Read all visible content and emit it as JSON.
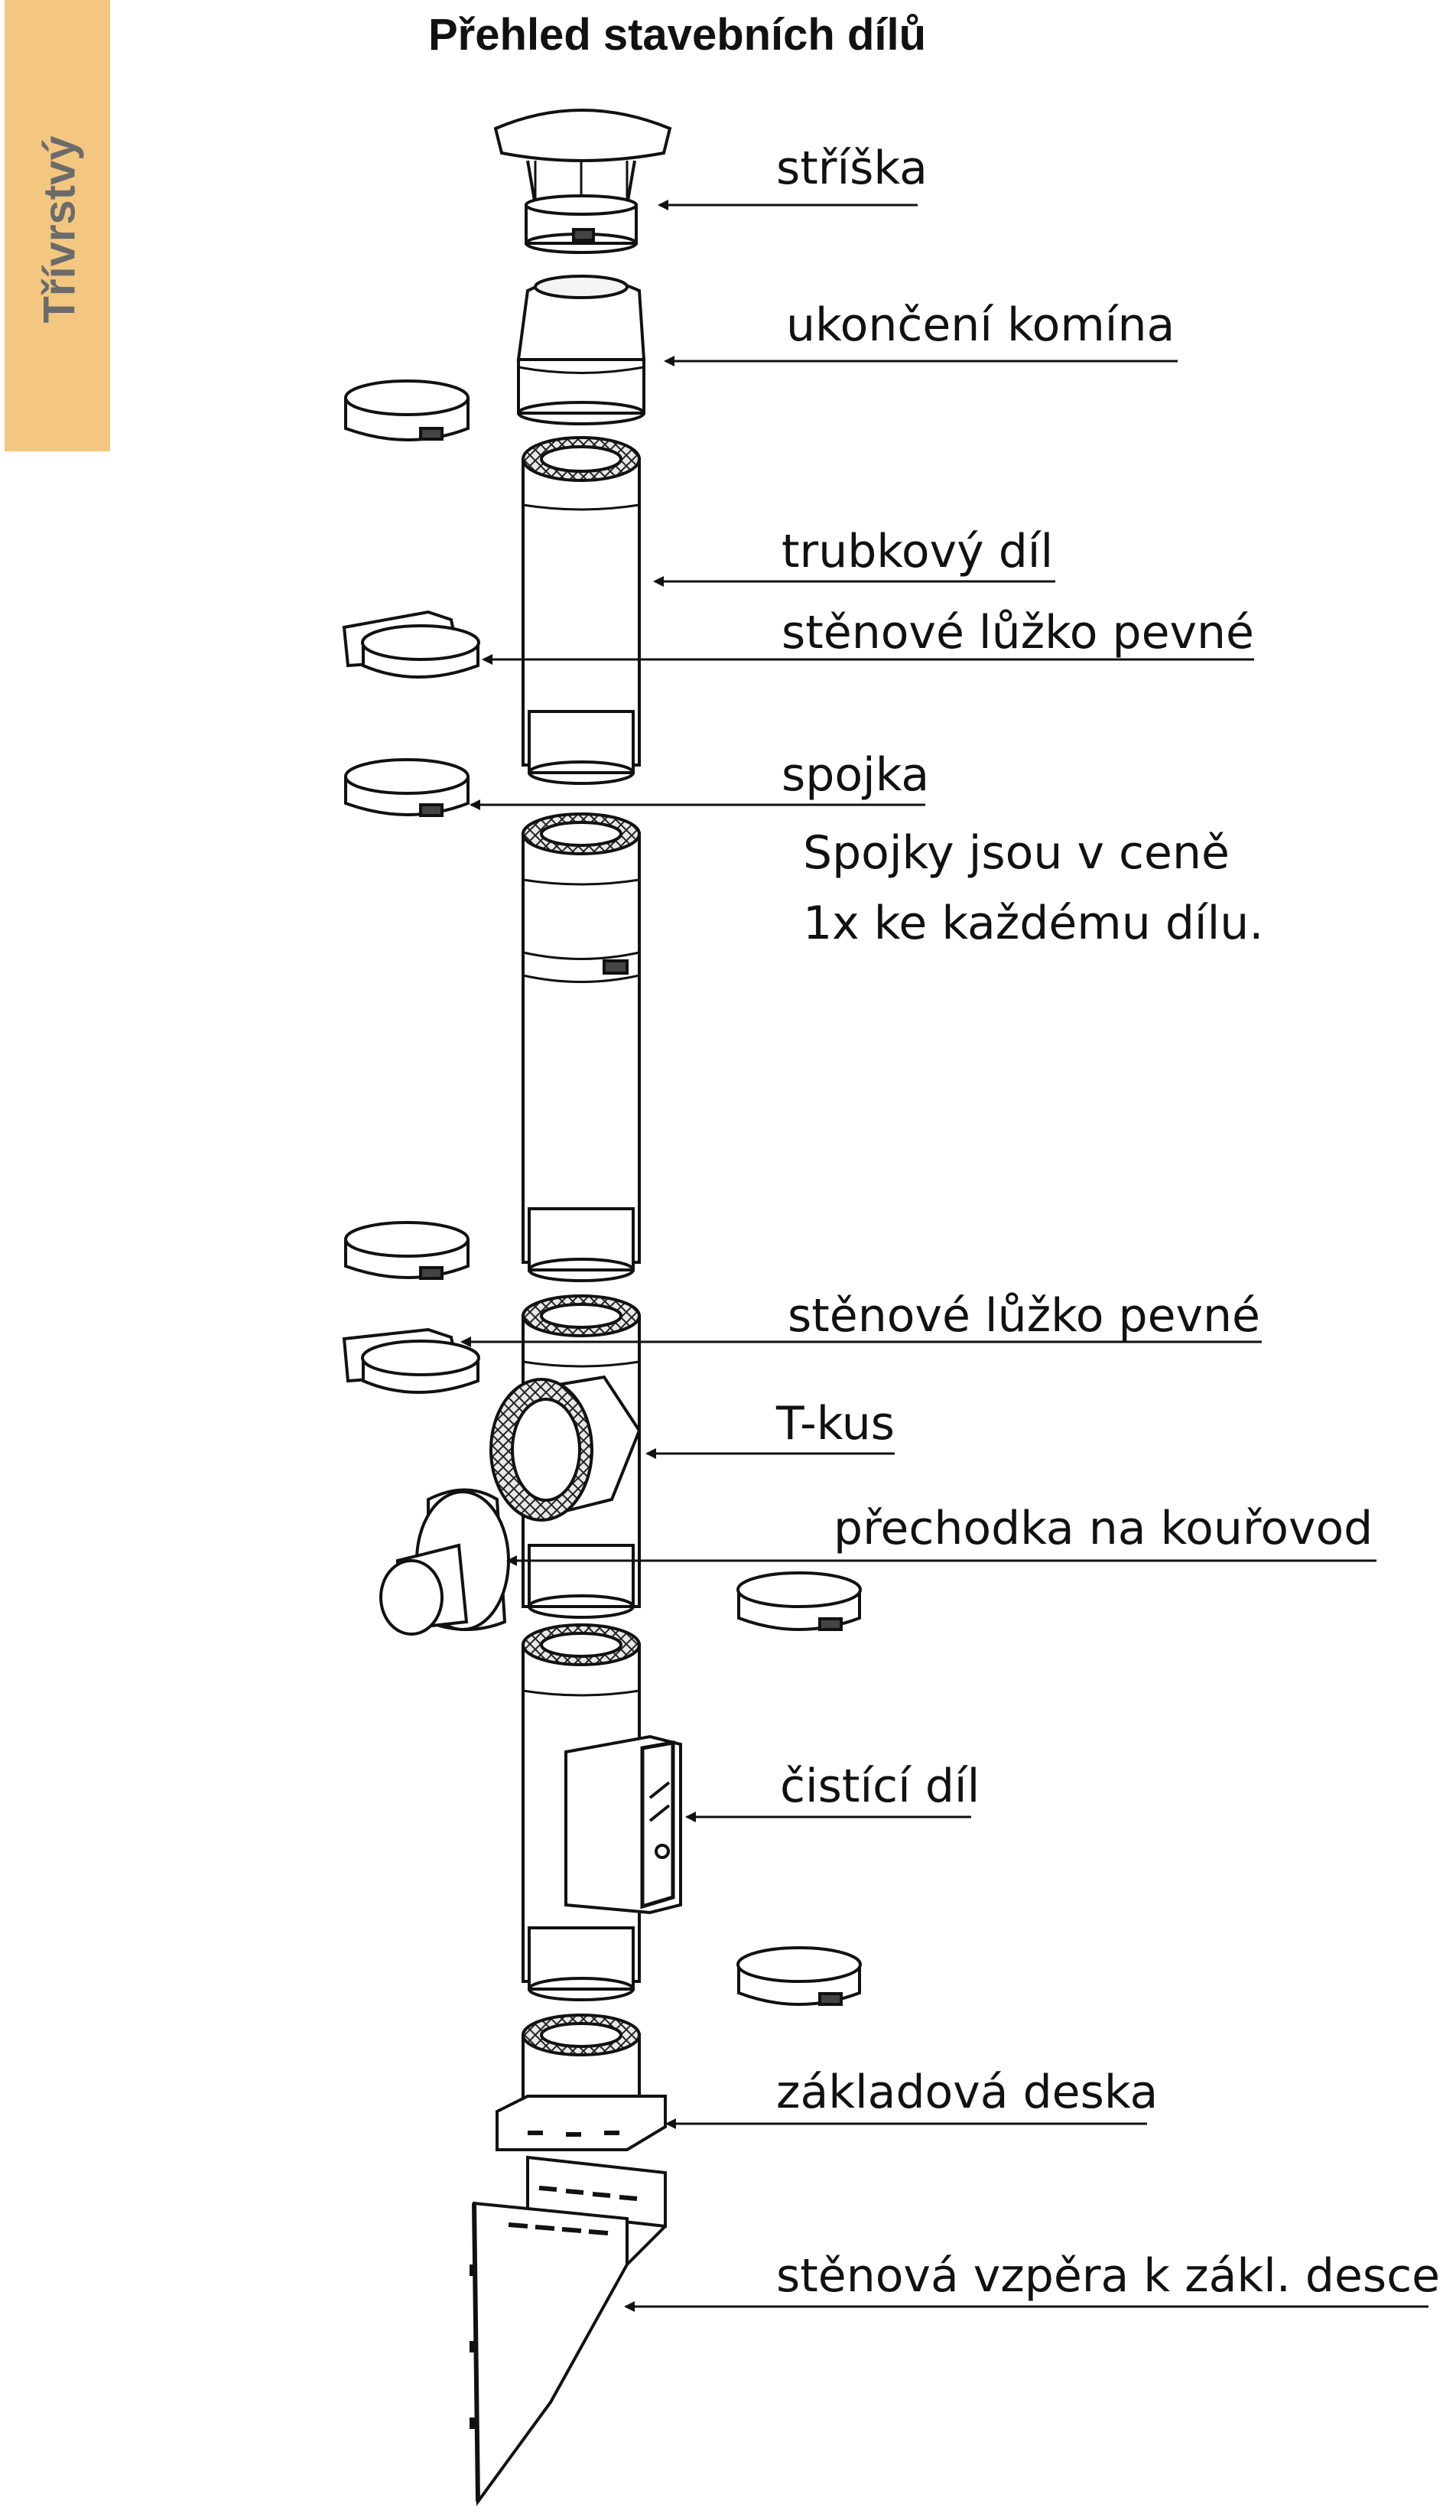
{
  "title": "Přehled stavebních dílů",
  "side_tab": {
    "label": "Třívrstvý",
    "color": "#f4c780"
  },
  "labels": {
    "striska": "stříška",
    "ukonceni": "ukončení komína",
    "trubkovy": "trubkový díl",
    "lozko1": "stěnové lůžko pevné",
    "spojka": "spojka",
    "lozko2": "stěnové lůžko pevné",
    "tkus": "T-kus",
    "prechodka": "přechodka na kouřovod",
    "cistici": "čistící díl",
    "zakladova": "základová deska",
    "vzpera": "stěnová vzpěra k zákl. desce"
  },
  "note": {
    "line1": "Spojky jsou v ceně",
    "line2": "1x ke každému dílu."
  }
}
